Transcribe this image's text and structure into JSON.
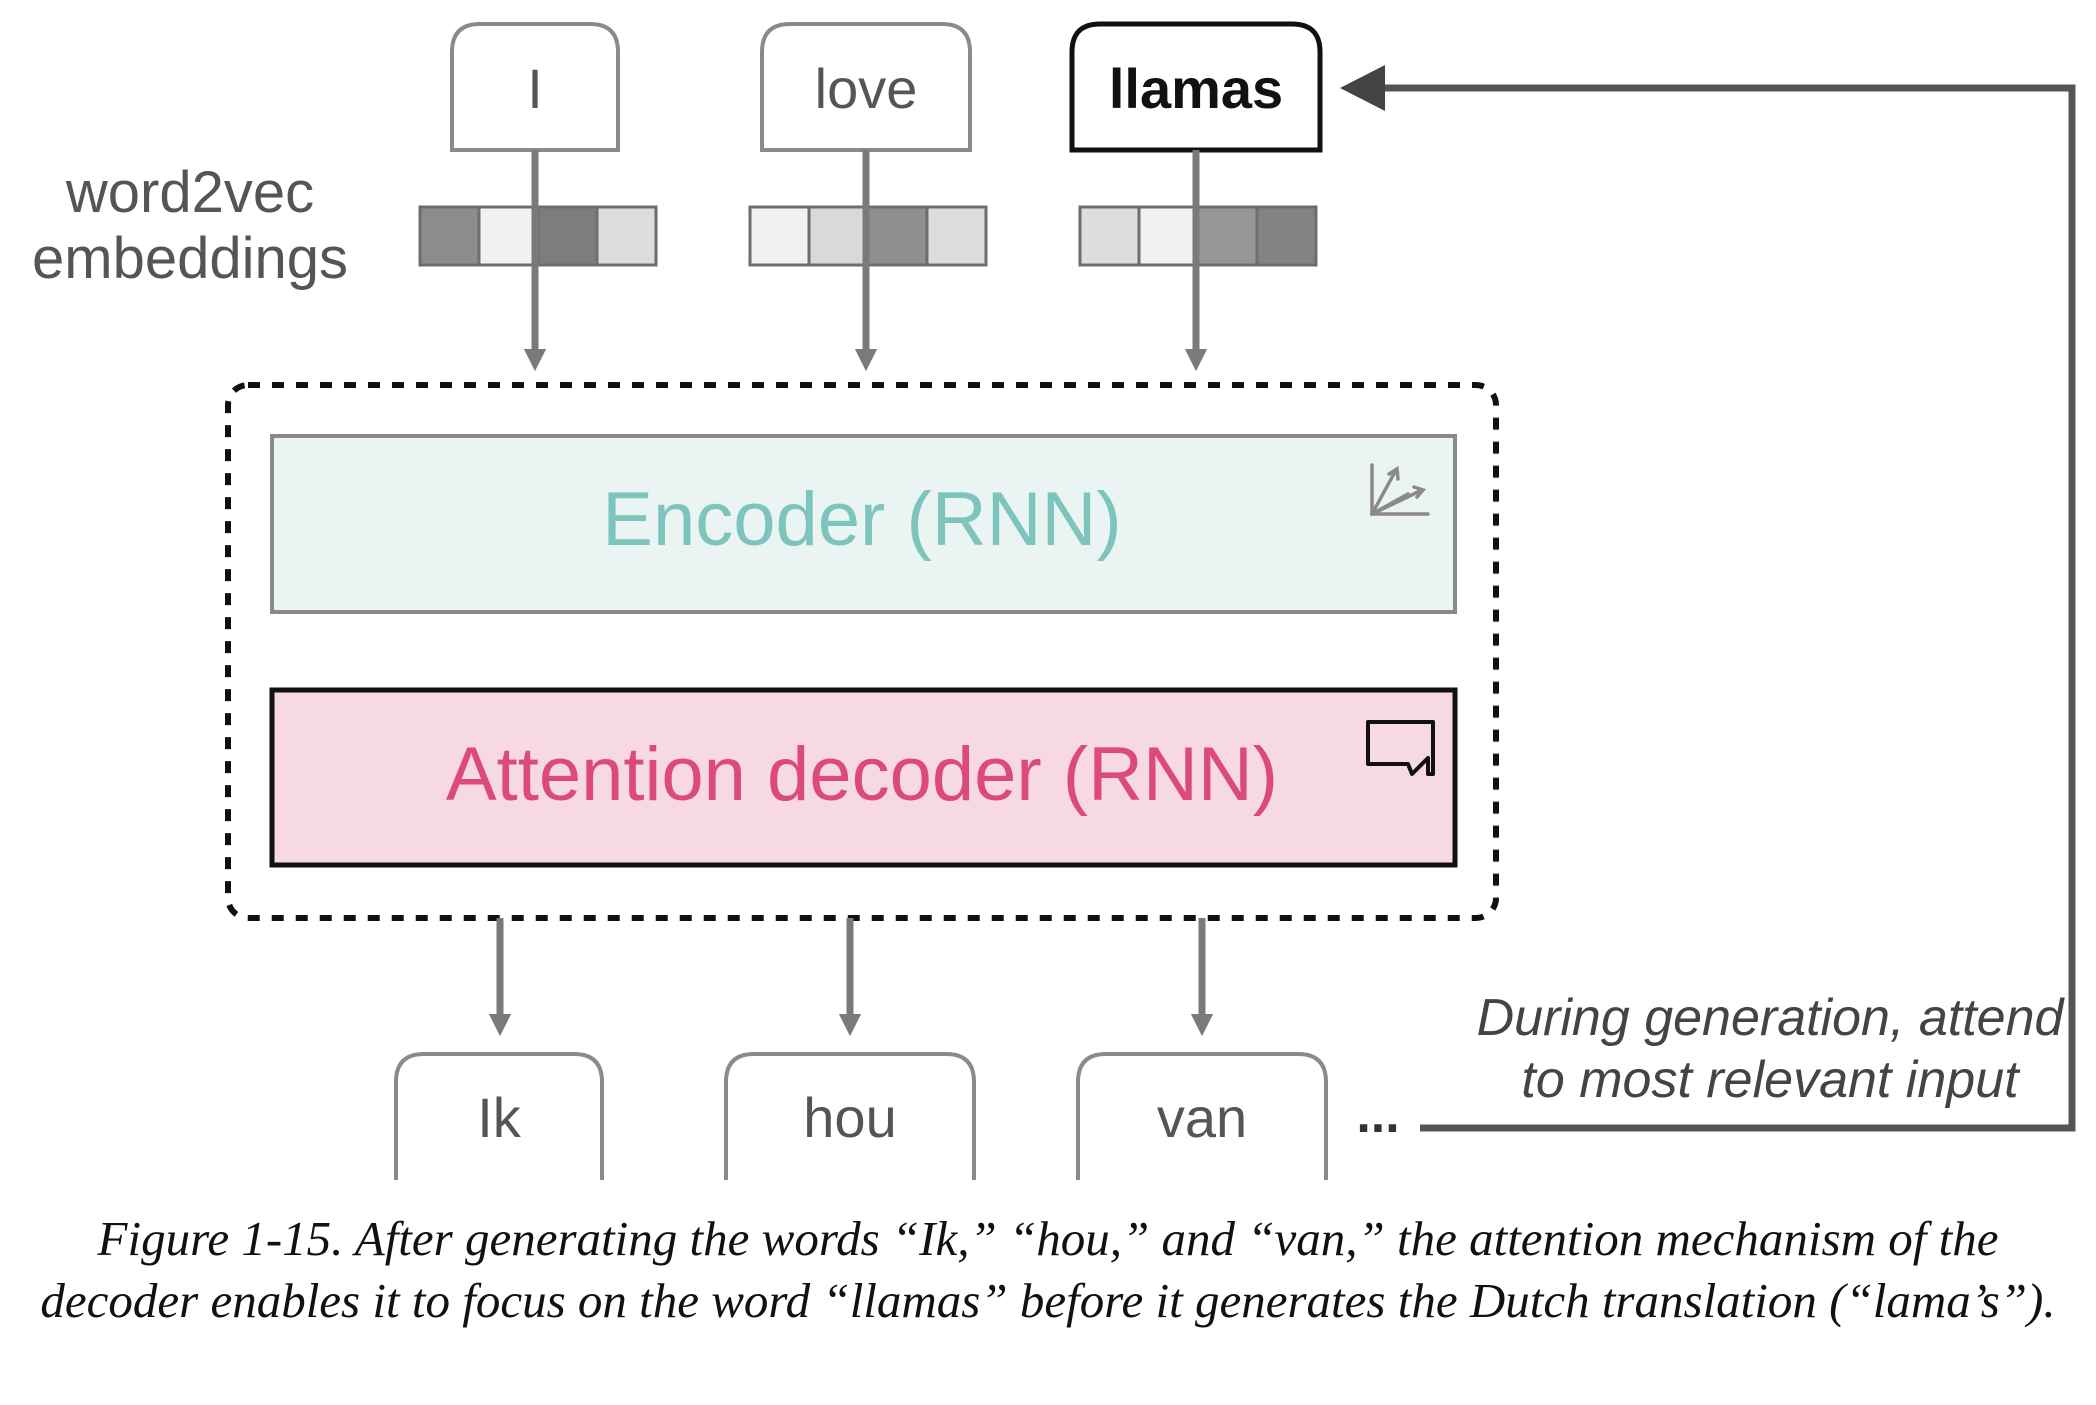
{
  "embeddings_label": [
    "word2vec",
    "embeddings"
  ],
  "input_words": [
    "I",
    "love",
    "llamas"
  ],
  "output_words": [
    "Ik",
    "hou",
    "van"
  ],
  "ellipsis": "...",
  "encoder": {
    "label": "Encoder (RNN)",
    "icon": "vector-axes-icon"
  },
  "decoder": {
    "label": "Attention decoder (RNN)",
    "icon": "speech-bubble-icon"
  },
  "feedback_note": [
    "During generation, attend",
    "to most relevant input"
  ],
  "caption": "Figure 1-15. After generating the words “Ik,” “hou,” and “van,” the attention mechanism of the decoder enables it to focus on the word “llamas” before it generates the Dutch translation (“lama’s”).",
  "colors": {
    "arrow": "#7a7a7a",
    "box_border": "#8a8a8a",
    "active_border": "#111111",
    "encoder_fill": "#eaf4f3",
    "encoder_text": "#7cc4bc",
    "decoder_fill": "#f6d9e3",
    "decoder_text": "#dc4a7c",
    "embedding_cells": [
      [
        "#8c8c8c",
        "#f1f1f1",
        "#7d7d7d",
        "#dcdcdc"
      ],
      [
        "#f0f0f0",
        "#d9d9d9",
        "#8f8f8f",
        "#dddddd"
      ],
      [
        "#dddddd",
        "#f0f0f0",
        "#969696",
        "#838383"
      ]
    ]
  }
}
